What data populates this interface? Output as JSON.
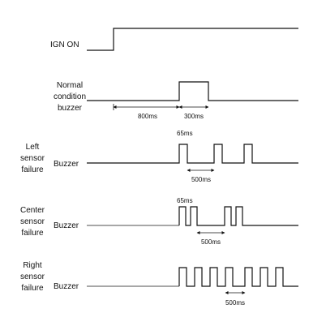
{
  "colors": {
    "signal": "#111111",
    "baseline": "#8a8a8a",
    "arrow": "#111111"
  },
  "labels": {
    "ign_on": "IGN ON",
    "normal": [
      "Normal",
      "condition",
      "buzzer"
    ],
    "left": [
      "Left",
      "sensor",
      "failure"
    ],
    "center": [
      "Center",
      "sensor",
      "failure"
    ],
    "right": [
      "Right",
      "sensor",
      "failure"
    ],
    "buzzer": "Buzzer"
  },
  "timing": {
    "normal_delay": "800ms",
    "normal_pulse": "300ms",
    "left_pulse": "65ms",
    "left_period": "500ms",
    "center_pulse": "65ms",
    "center_period": "500ms",
    "right_period": "500ms"
  }
}
